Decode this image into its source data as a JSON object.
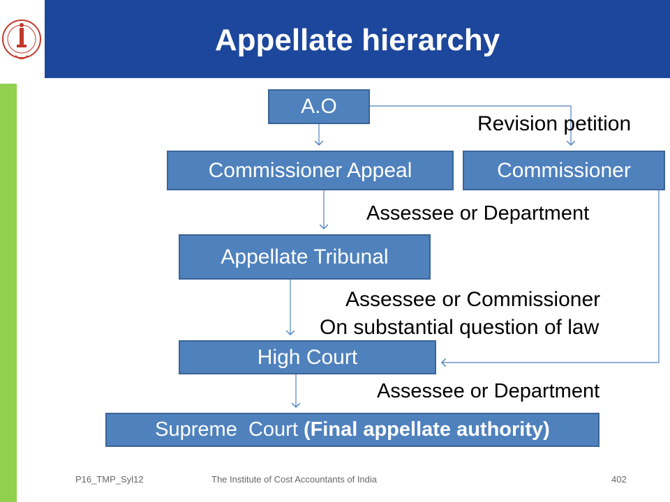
{
  "header": {
    "title": "Appellate hierarchy",
    "band_color": "#1c479c",
    "logo_icon": "institute-seal-icon"
  },
  "side_bar_color": "#92d050",
  "nodes": {
    "ao": "A.O",
    "commissioner_appeal": "Commissioner Appeal",
    "commissioner": "Commissioner",
    "appellate_tribunal": "Appellate Tribunal",
    "high_court": "High Court",
    "supreme_court": "Supreme  Court ",
    "supreme_court_note": "(Final appellate authority)",
    "node_color": "#4f81bd"
  },
  "edge_labels": {
    "revision_petition": "Revision petition",
    "assessee_or_department_1": "Assessee or Department",
    "assessee_or_commissioner": "Assessee or Commissioner",
    "substantial_question": "On substantial question of law",
    "assessee_or_department_2": "Assessee or Department"
  },
  "footer": {
    "code": "P16_TMP_Syl12",
    "institute": "The Institute of Cost Accountants of India",
    "page": "402"
  }
}
